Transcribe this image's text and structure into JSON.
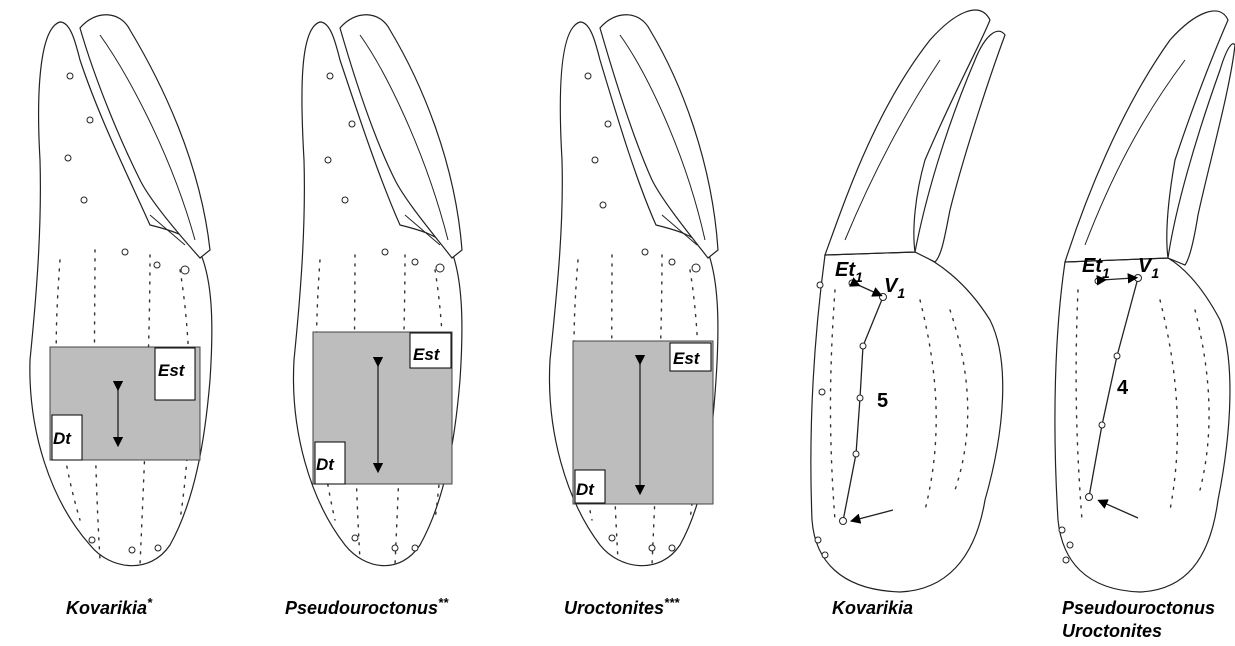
{
  "panels": [
    {
      "id": "p1",
      "caption": "Kovarikia",
      "mark": "*",
      "box_labels": [
        "Est",
        "Dt"
      ]
    },
    {
      "id": "p2",
      "caption": "Pseudouroctonus",
      "mark": "**",
      "box_labels": [
        "Est",
        "Dt"
      ]
    },
    {
      "id": "p3",
      "caption": "Uroctonites",
      "mark": "***",
      "box_labels": [
        "Est",
        "Dt"
      ]
    },
    {
      "id": "p4",
      "caption": "Kovarikia",
      "label_et": "Et",
      "label_v": "V",
      "sub": "1",
      "count": "5"
    },
    {
      "id": "p5",
      "caption": "Pseudouroctonus",
      "caption2": "Uroctonites",
      "label_et": "Et",
      "label_v": "V",
      "sub": "1",
      "count": "4"
    }
  ],
  "colors": {
    "shade": "#bdbdbd",
    "ink": "#222222"
  }
}
